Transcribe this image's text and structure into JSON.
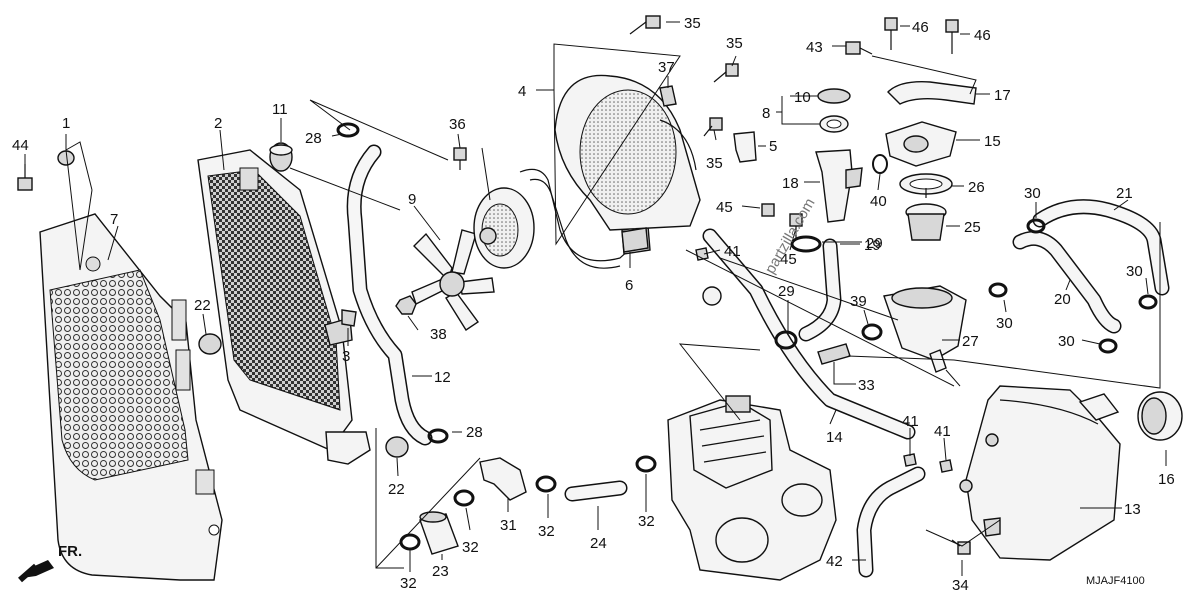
{
  "diagram": {
    "callouts": [
      "1",
      "2",
      "3",
      "4",
      "5",
      "6",
      "7",
      "8",
      "9",
      "10",
      "11",
      "12",
      "13",
      "14",
      "15",
      "16",
      "17",
      "18",
      "19",
      "20",
      "21",
      "22",
      "23",
      "24",
      "25",
      "26",
      "27",
      "28",
      "29",
      "30",
      "31",
      "32",
      "33",
      "34",
      "35",
      "36",
      "37",
      "38",
      "39",
      "40",
      "41",
      "42",
      "43",
      "44",
      "45",
      "46"
    ],
    "front_indicator": "FR.",
    "diagram_code": "MJAJF4100",
    "watermark": "partzilla.com"
  }
}
